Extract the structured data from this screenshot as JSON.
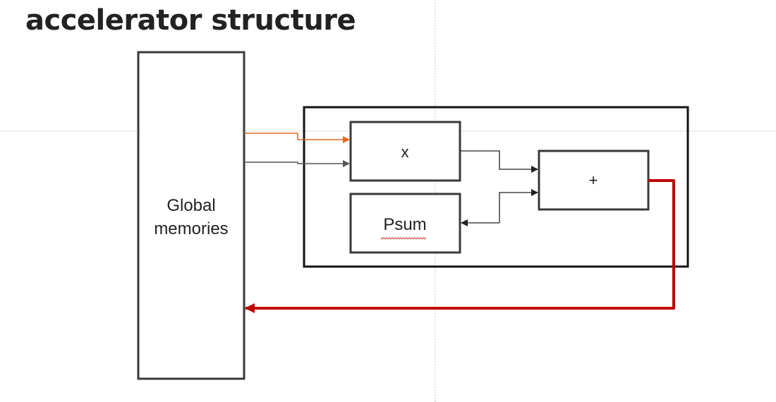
{
  "slide": {
    "title": "accelerator structure"
  },
  "diagram": {
    "global_memory_label_line1": "Global",
    "global_memory_label_line2": "memories",
    "multiplier_label": "x",
    "adder_label": "+",
    "psum_label": "Psum"
  },
  "colors": {
    "box_stroke": "#3a3a3a",
    "pe_border": "#111111",
    "operand_a_arrow": "#e06a1b",
    "operand_b_arrow": "#555555",
    "writeback_arrow": "#c00000",
    "guide_lines": "#c8c8c8"
  }
}
